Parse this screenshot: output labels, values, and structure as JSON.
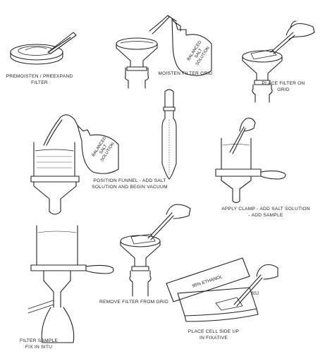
{
  "steps": [
    {
      "line1": "PREMOISTEN / PREEXPAND",
      "line2": "FILTER"
    },
    {
      "line1": "MOISTEN FILTER GRID",
      "line2": ""
    },
    {
      "line1": "PLACE FILTER ON",
      "line2": "GRID"
    },
    {
      "line1": "POSITION FUNNEL - ADD SALT",
      "line2": "SOLUTION AND BEGIN VACUUM"
    },
    {
      "line1": "APPLY CLAMP - ADD SALT SOLUTION",
      "line2": "- ADD SAMPLE"
    },
    {
      "line1": "REMOVE FILTER FROM GRID",
      "line2": ""
    },
    {
      "line1": "FILTER SAMPLE",
      "line2": "FIX IN SITU"
    },
    {
      "line1": "PLACE CELL SIDE UP",
      "line2": "IN FIXATIVE"
    }
  ],
  "bottle_label": {
    "line1": "BALANCED",
    "line2": "SALT",
    "line3": "SOLUTION"
  },
  "flask_label": "95% ETHANOL",
  "signature": "BSJ",
  "colors": {
    "ink": "#222222",
    "background": "#ffffff"
  }
}
